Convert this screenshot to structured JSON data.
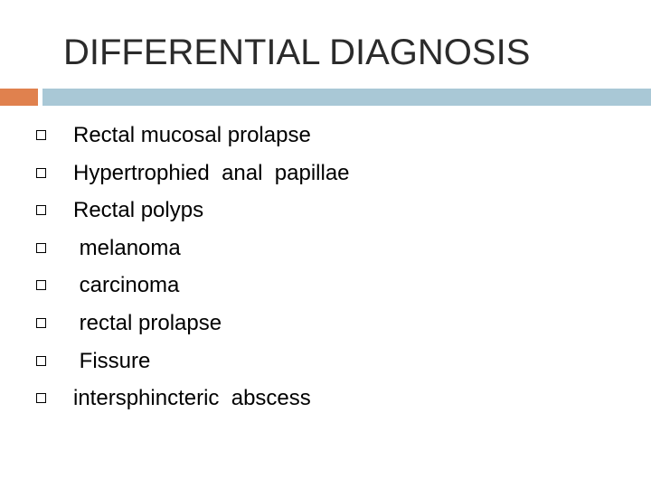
{
  "slide": {
    "title": "DIFFERENTIAL DIAGNOSIS",
    "colors": {
      "accent_orange": "#E0814E",
      "accent_blue": "#A9C8D6",
      "title_text": "#2B2B2B",
      "body_text": "#000000"
    },
    "bullet_icon": "hollow-square-bullet-icon",
    "bullets": [
      "Rectal mucosal prolapse",
      "Hypertrophied  anal  papillae",
      "Rectal polyps",
      " melanoma",
      " carcinoma",
      " rectal prolapse",
      " Fissure",
      "intersphincteric  abscess"
    ]
  }
}
